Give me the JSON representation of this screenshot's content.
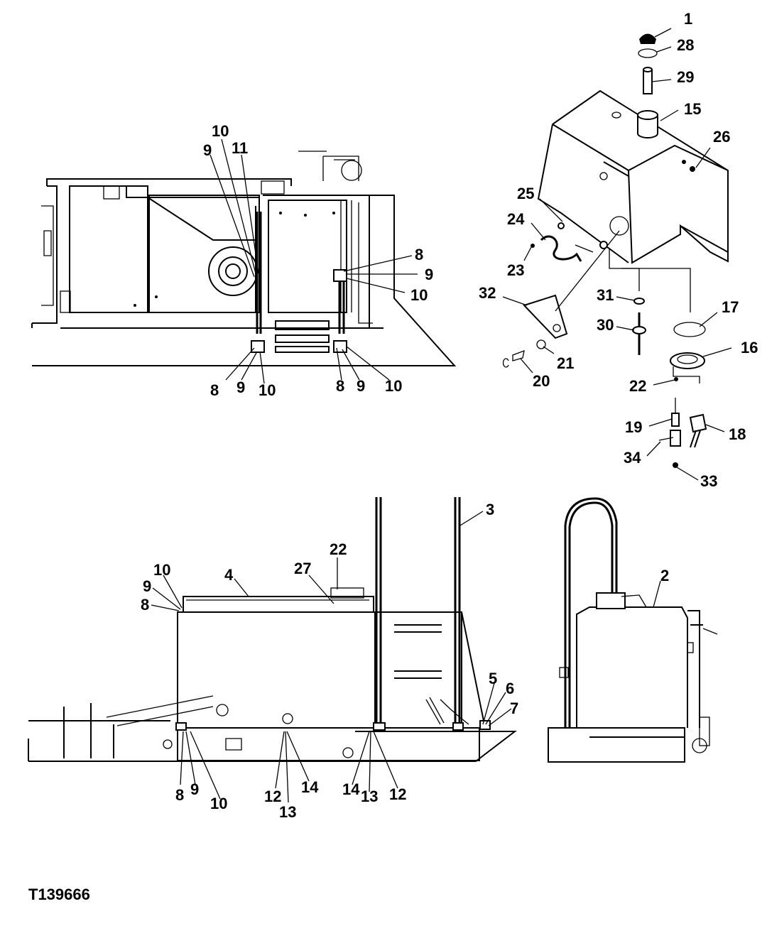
{
  "figure_id": "T139666",
  "callouts": {
    "c1": "1",
    "c28": "28",
    "c29": "29",
    "c15": "15",
    "c26": "26",
    "c25": "25",
    "c24": "24",
    "c23": "23",
    "c32": "32",
    "c31": "31",
    "c30": "30",
    "c17": "17",
    "c16": "16",
    "c21": "21",
    "c20": "20",
    "c22a": "22",
    "c19": "19",
    "c18": "18",
    "c34": "34",
    "c33": "33",
    "c10a": "10",
    "c9a": "9",
    "c11": "11",
    "c8b": "8",
    "c9b": "9",
    "c10b": "10",
    "c8c": "8",
    "c9c": "9",
    "c10c": "10",
    "c8d": "8",
    "c9d": "9",
    "c10d": "10",
    "c3": "3",
    "c22b": "22",
    "c27": "27",
    "c4": "4",
    "c10e": "10",
    "c9e": "9",
    "c8e": "8",
    "c5": "5",
    "c6": "6",
    "c7": "7",
    "c2": "2",
    "c8f": "8",
    "c9f": "9",
    "c10f": "10",
    "c12a": "12",
    "c13a": "13",
    "c14a": "14",
    "c14b": "14",
    "c13b": "13",
    "c12b": "12"
  }
}
